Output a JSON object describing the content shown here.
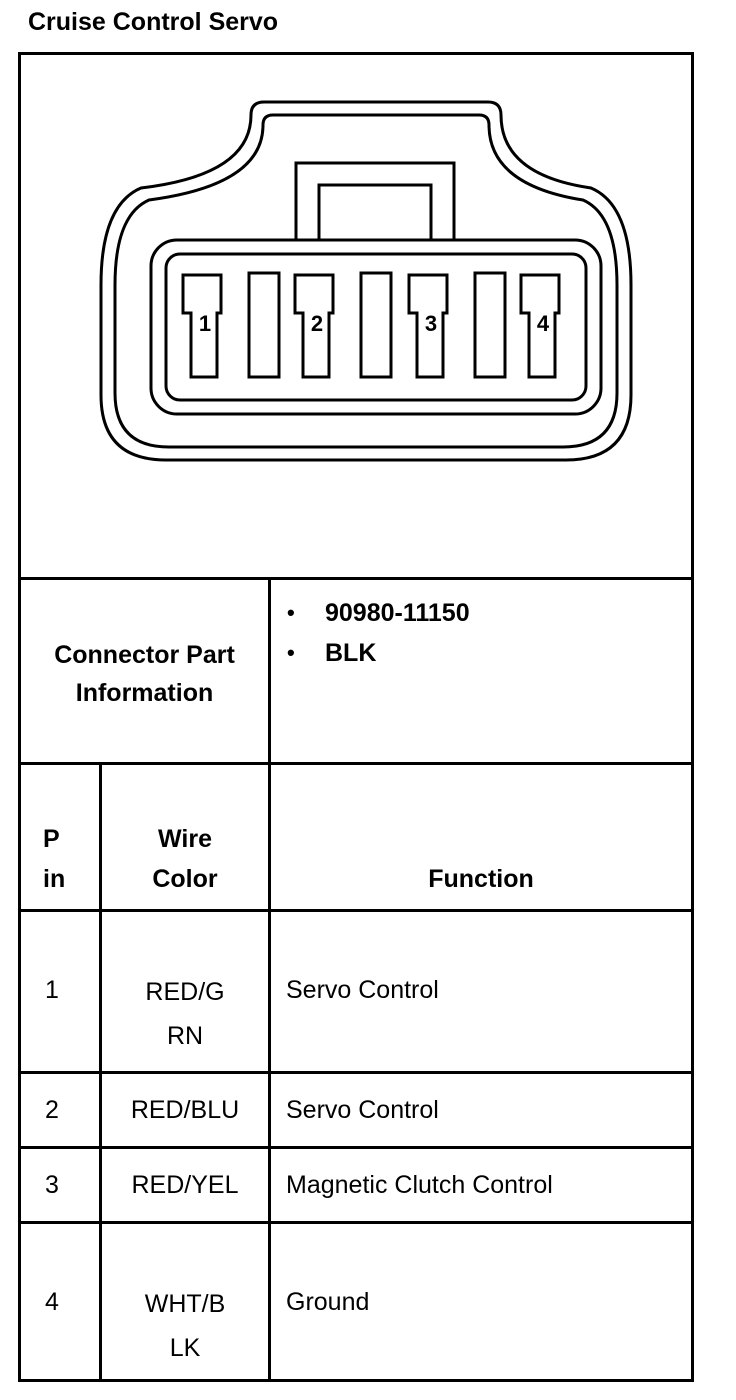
{
  "title": "Cruise Control Servo",
  "connector": {
    "pins": [
      "1",
      "2",
      "3",
      "4"
    ]
  },
  "part_info": {
    "label_line1": "Connector Part",
    "label_line2": "Information",
    "items": [
      "90980-11150",
      "BLK"
    ]
  },
  "table": {
    "header": {
      "pin_line1": "P",
      "pin_line2": "in",
      "wire_line1": "Wire",
      "wire_line2": "Color",
      "function": "Function"
    },
    "rows": [
      {
        "pin": "1",
        "wire_line1": "RED/G",
        "wire_line2": "RN",
        "function": "Servo Control"
      },
      {
        "pin": "2",
        "wire_line1": "RED/BLU",
        "wire_line2": "",
        "function": "Servo Control"
      },
      {
        "pin": "3",
        "wire_line1": "RED/YEL",
        "wire_line2": "",
        "function": "Magnetic Clutch Control"
      },
      {
        "pin": "4",
        "wire_line1": "WHT/B",
        "wire_line2": "LK",
        "function": "Ground"
      }
    ]
  }
}
